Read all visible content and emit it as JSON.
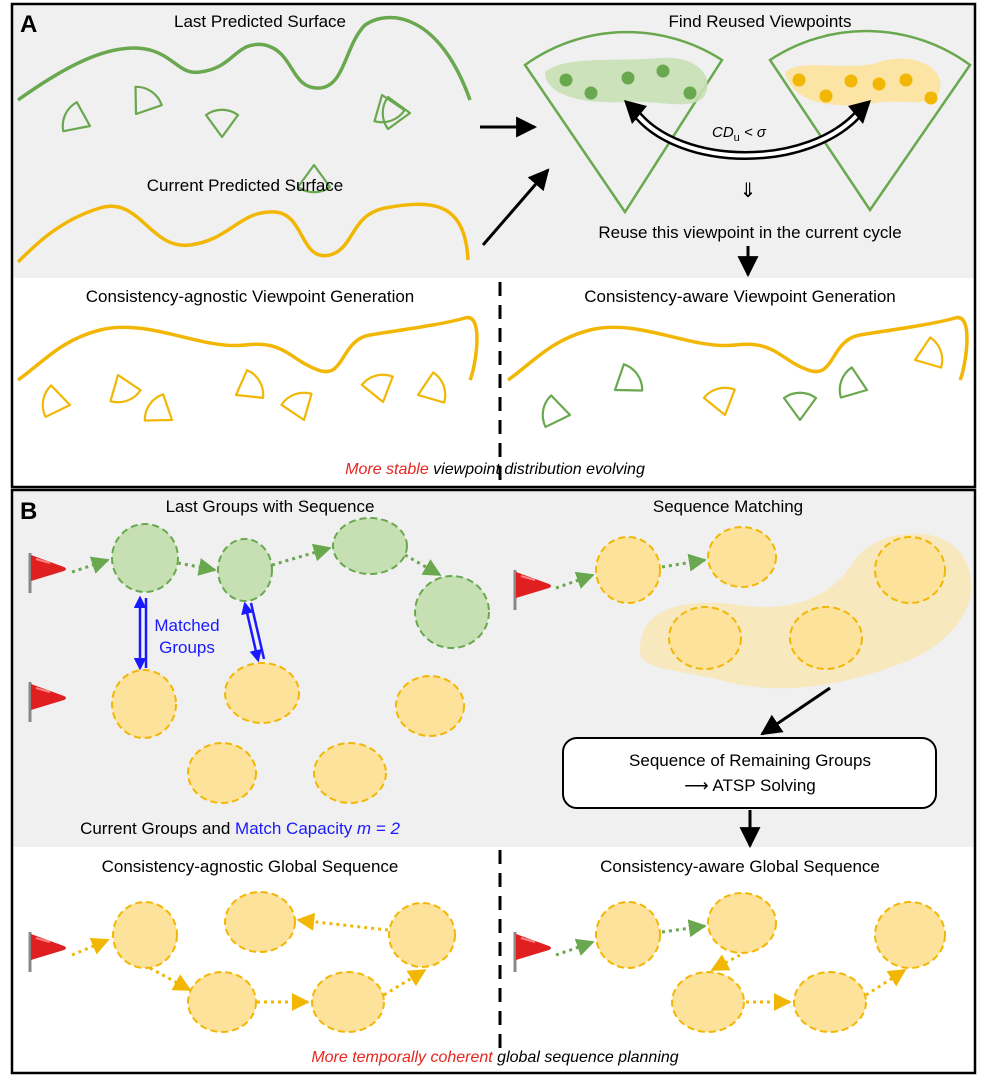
{
  "panelA": {
    "letter": "A",
    "last_surface": "Last Predicted Surface",
    "current_surface": "Current Predicted Surface",
    "find_reused": "Find Reused Viewpoints",
    "cd_condition": "CD",
    "cd_sub": "u",
    "cd_rest": " < σ",
    "down_double_arrow": "⇓",
    "reuse_text": "Reuse this viewpoint in the current cycle",
    "agnostic_title": "Consistency-agnostic Viewpoint Generation",
    "aware_title": "Consistency-aware Viewpoint Generation",
    "caption_red": "More stable",
    "caption_rest": " viewpoint distribution evolving"
  },
  "panelB": {
    "letter": "B",
    "last_groups": "Last Groups with Sequence",
    "sequence_matching": "Sequence Matching",
    "matched_line1": "Matched",
    "matched_line2": "Groups",
    "current_groups": "Current Groups and ",
    "match_capacity": "Match Capacity ",
    "m_eq": "m = 2",
    "box_line1": "Sequence of Remaining Groups",
    "box_line2": "⟶ ATSP Solving",
    "agnostic_title": "Consistency-agnostic Global Sequence",
    "aware_title": "Consistency-aware Global Sequence",
    "caption_red": "More temporally coherent",
    "caption_rest": " global sequence planning"
  },
  "colors": {
    "green": "#6aa84f",
    "green_fill": "#c6e0b4",
    "yellow": "#f2b705",
    "yellow_fill": "#fde29b",
    "blue": "#1a1aff",
    "red": "#e8251f",
    "gray_bg": "#f0f0f0"
  }
}
